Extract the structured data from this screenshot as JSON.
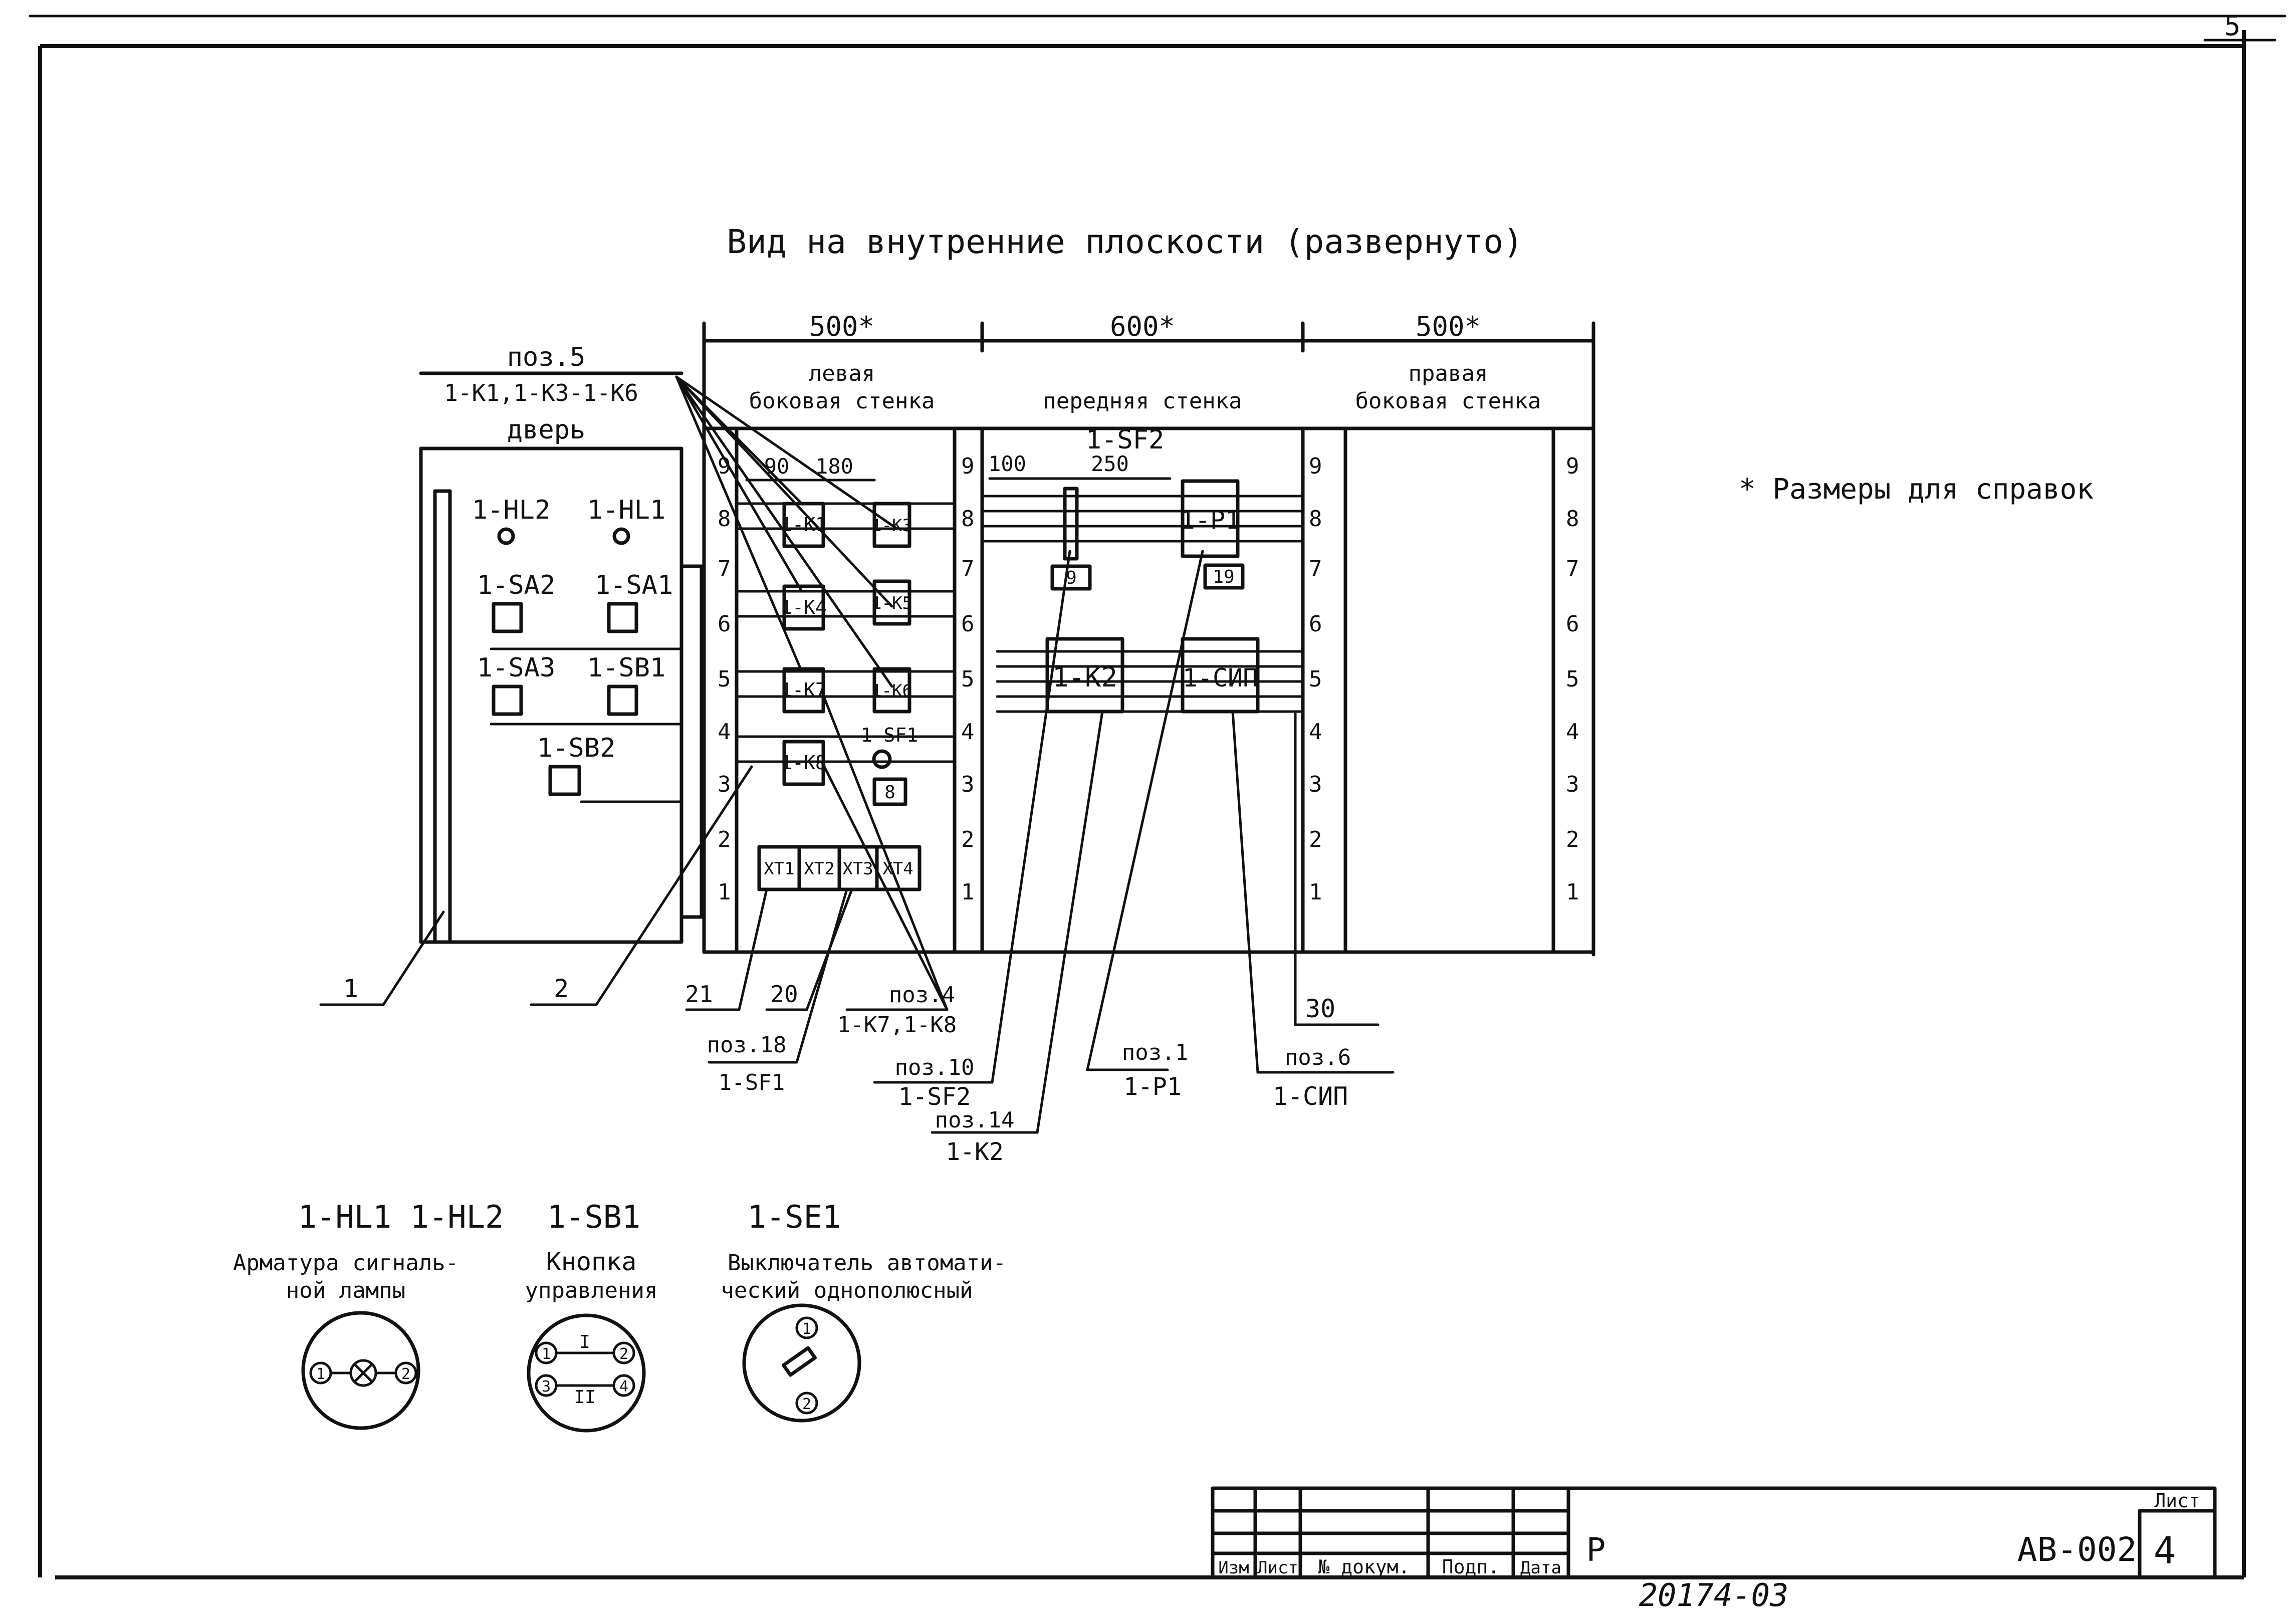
{
  "sheet_corner": "5",
  "title": "Вид на внутренние плоскости (развернуто)",
  "dims": {
    "left": "500*",
    "front": "600*",
    "right": "500*",
    "d90": "90",
    "d180": "180",
    "d100": "100",
    "d250": "250"
  },
  "walls": {
    "left_line1": "левая",
    "left_line2": "боковая стенка",
    "front": "передняя стенка",
    "right_line1": "правая",
    "right_line2": "боковая стенка"
  },
  "door": {
    "poz": "поз.5",
    "relays": "1-К1,1-К3-1-К6",
    "label": "дверь"
  },
  "note": "* Размеры для справок",
  "door_devices": [
    "1-HL2",
    "1-HL1",
    "1-SA2",
    "1-SA1",
    "1-SA3",
    "1-SB1",
    "1-SB2"
  ],
  "left_relays": [
    "1-К1",
    "1-К3",
    "1-К4",
    "1-К5",
    "1-К7",
    "1-К6",
    "1-К8"
  ],
  "left_other": [
    "1-SF1",
    "8"
  ],
  "terminals": [
    "ХТ1",
    "ХТ2",
    "ХТ3",
    "ХТ4"
  ],
  "front_devices": {
    "sf2": "1-SF2",
    "p1": "1-Р1",
    "k2": "1-К2",
    "sip": "1-СИП",
    "n9": "9",
    "n19": "19"
  },
  "scale": [
    "9",
    "8",
    "7",
    "6",
    "5",
    "4",
    "3",
    "2",
    "1"
  ],
  "callouts": {
    "c1": "1",
    "c2": "2",
    "c21": "21",
    "c20": "20",
    "c30": "30",
    "poz4": "поз.4",
    "poz4_sub": "1-К7,1-К8",
    "poz18": "поз.18",
    "poz18_sub": "1-SF1",
    "poz10": "поз.10",
    "poz10_sub": "1-SF2",
    "poz14": "поз.14",
    "poz14_sub": "1-К2",
    "poz1": "поз.1",
    "poz1_sub": "1-Р1",
    "poz6": "поз.6",
    "poz6_sub": "1-СИП"
  },
  "legend": {
    "lamp_code": "1-HL1 1-HL2",
    "lamp_l1": "Арматура сигналь-",
    "lamp_l2": "ной лампы",
    "button_code": "1-SB1",
    "button_l1": "Кнопка",
    "button_l2": "управления",
    "switch_code": "1-SE1",
    "switch_l1": "Выключатель автомати-",
    "switch_l2": "ческий однополюсный",
    "pins": [
      "1",
      "2",
      "3",
      "4"
    ],
    "roman1": "I",
    "roman2": "II"
  },
  "stamp": {
    "h1": "Изм",
    "h2": "Лист",
    "h3": "№ докум.",
    "h4": "Подп.",
    "h5": "Дата",
    "stage": "Р",
    "doc": "АВ-002",
    "sheet_label": "Лист",
    "sheet": "4"
  },
  "archive_no": "20174-03"
}
